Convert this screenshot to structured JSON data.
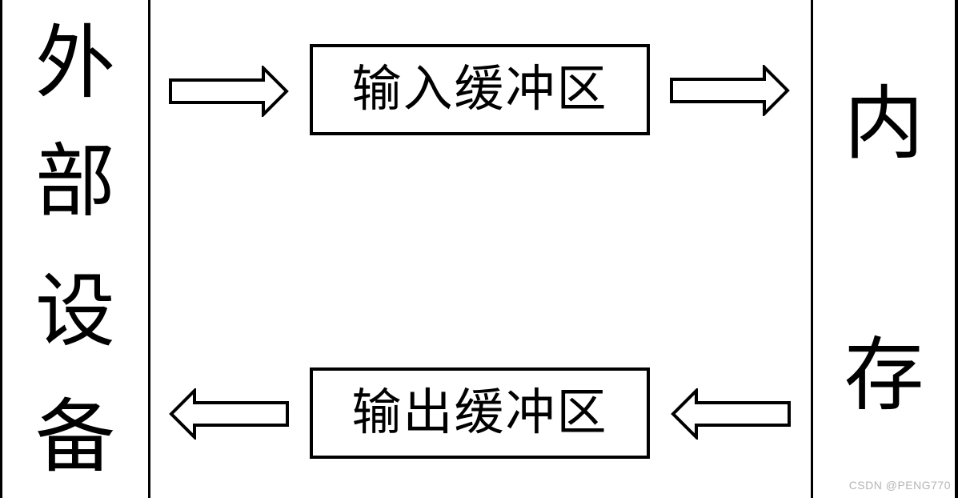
{
  "diagram": {
    "title": "buffer-io-diagram",
    "device_panel": {
      "label": "外部设备",
      "chars": [
        "外",
        "部",
        "设",
        "备"
      ]
    },
    "memory_panel": {
      "label": "内存",
      "chars": [
        "内",
        "存"
      ]
    },
    "boxes": [
      {
        "id": "input-buffer",
        "label": "输入缓冲区"
      },
      {
        "id": "output-buffer",
        "label": "输出缓冲区"
      }
    ],
    "arrows": [
      {
        "id": "device-to-input-buffer",
        "direction": "right",
        "row": "top",
        "side": "left"
      },
      {
        "id": "input-buffer-to-memory",
        "direction": "right",
        "row": "top",
        "side": "right"
      },
      {
        "id": "memory-to-output-buffer",
        "direction": "left",
        "row": "bottom",
        "side": "right"
      },
      {
        "id": "output-buffer-to-device",
        "direction": "left",
        "row": "bottom",
        "side": "left"
      }
    ],
    "colors": {
      "line": "#000000",
      "background": "#ffffff",
      "arrow_fill": "#ffffff"
    }
  },
  "watermark": {
    "text": "CSDN @PENG770",
    "color": "#b5b5b5"
  }
}
